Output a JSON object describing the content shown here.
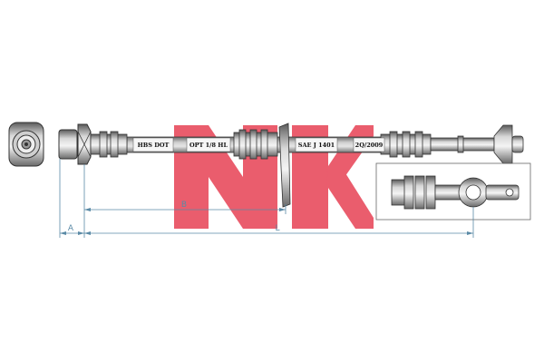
{
  "diagram": {
    "hose_labels": [
      "HBS DOT",
      "OPT 1/8 HL",
      "SAE J 1401",
      "2Q/2009"
    ],
    "dimensions": {
      "a_label": "A",
      "b_label": "B",
      "l_label": "L"
    },
    "watermark": {
      "text": "NK",
      "color": "#e8475a"
    },
    "colors": {
      "metal": "#9a9a9a",
      "dim_line": "#5a8aa6"
    }
  }
}
